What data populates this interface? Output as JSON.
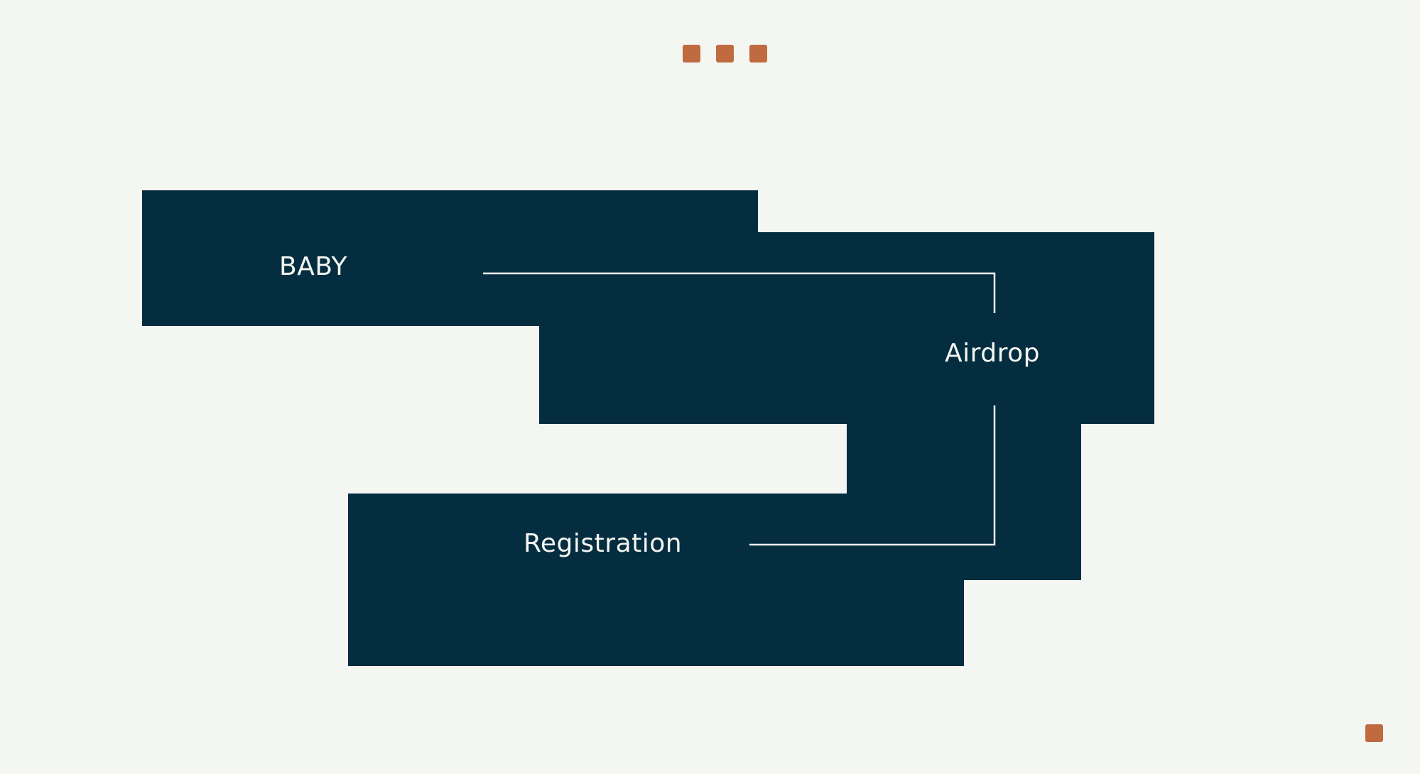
{
  "colors": {
    "background": "#f4f6f2",
    "block": "#052d40",
    "accent": "#c06a40",
    "text": "#f4f6f2"
  },
  "decorations": {
    "top_dots_count": 3,
    "corner_dot_count": 1
  },
  "nodes": [
    {
      "id": "baby",
      "label": "BABY"
    },
    {
      "id": "airdrop",
      "label": "Airdrop"
    },
    {
      "id": "registration",
      "label": "Registration"
    }
  ],
  "edges": [
    {
      "from": "baby",
      "to": "airdrop"
    },
    {
      "from": "airdrop",
      "to": "registration"
    }
  ]
}
